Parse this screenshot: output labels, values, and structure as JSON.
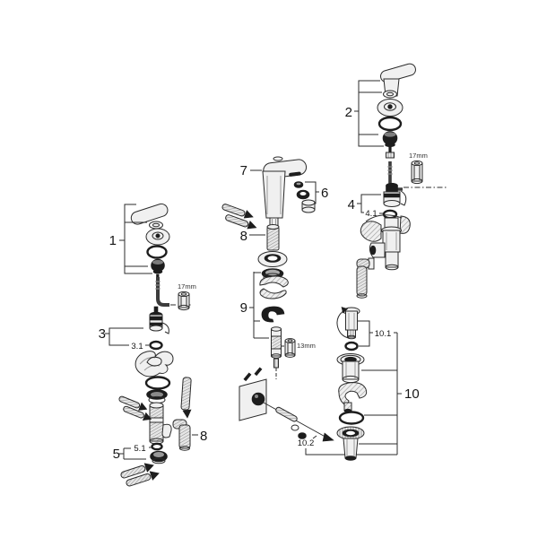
{
  "page": {
    "background_color": "#ffffff",
    "description": "Exploded spare-parts diagram of a single-lever basin mixer faucet with pop-up waste, three part columns with numbered callouts"
  },
  "callouts": [
    {
      "label": "1",
      "part": "lever handle assembly: lever, cap ring, escutcheon, o-ring, dome nut"
    },
    {
      "label": "3",
      "part": "ceramic cartridge"
    },
    {
      "label": "3.1",
      "part": "cartridge o-ring"
    },
    {
      "label": "5",
      "part": "mounting set: washer and fixing nut"
    },
    {
      "label": "5.1",
      "part": "mounting o-ring"
    },
    {
      "label": "8",
      "part": "flexible connection hose with elbow"
    },
    {
      "label": "7",
      "part": "faucet spout body"
    },
    {
      "label": "6",
      "part": "aerator / mousseur set"
    },
    {
      "label": "8",
      "part": "flexible connection hose with check valve"
    },
    {
      "label": "9",
      "part": "mounting clamp set with gasket"
    },
    {
      "label": "10.2",
      "part": "pop-up rod linkage with mounting plate"
    },
    {
      "label": "2",
      "part": "lever handle assembly: lever, cap ring, escutcheon, o-ring, dome nut"
    },
    {
      "label": "4",
      "part": "ceramic cartridge"
    },
    {
      "label": "4.1",
      "part": "cartridge o-ring"
    },
    {
      "label": "10.1",
      "part": "pop-up plug with o-ring"
    },
    {
      "label": "10",
      "part": "pop-up waste drain assembly"
    }
  ],
  "tools": [
    {
      "label": "17mm",
      "position": "left column",
      "type": "hex socket bit with allen key"
    },
    {
      "label": "13mm",
      "position": "middle column",
      "type": "hex socket bit"
    },
    {
      "label": "17mm",
      "position": "right column",
      "type": "hex socket bit with allen key"
    }
  ],
  "colors": {
    "line": "#2b2b2b",
    "dark_fill": "#1d1d1d",
    "light_fill": "#f0f0f0",
    "background": "#ffffff"
  }
}
